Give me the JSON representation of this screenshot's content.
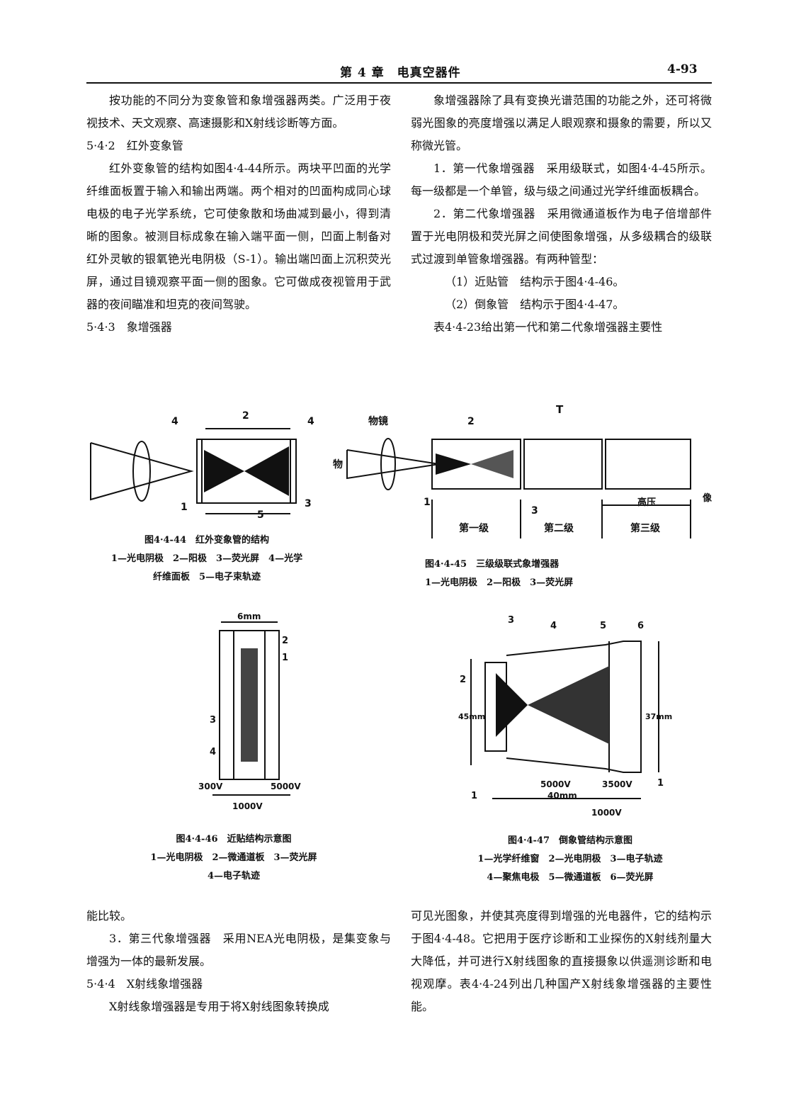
{
  "header": {
    "title": "第 4 章　电真空器件",
    "page_number": "4-93"
  },
  "left_top": {
    "p1": "按功能的不同分为变象管和象增强器两类。广泛用于夜视技术、天文观察、高速摄影和X射线诊断等方面。",
    "s542": "5·4·2　红外变象管",
    "p2": "红外变象管的结构如图4·4-44所示。两块平凹面的光学纤维面板置于输入和输出两端。两个相对的凹面构成同心球电极的电子光学系统，它可使象散和场曲减到最小，得到清晰的图象。被测目标成象在输入端平面一侧，凹面上制备对红外灵敏的银氧铯光电阴极（S-1）。输出端凹面上沉积荧光屏，通过目镜观察平面一侧的图象。它可做成夜视管用于武器的夜间瞄准和坦克的夜间驾驶。",
    "s543": "5·4·3　象增强器"
  },
  "right_top": {
    "p1": "象增强器除了具有变换光谱范围的功能之外，还可将微弱光图象的亮度增强以满足人眼观察和摄象的需要，所以又称微光管。",
    "p2": "1．第一代象增强器　采用级联式，如图4·4-45所示。每一级都是一个单管，级与级之间通过光学纤维面板耦合。",
    "p3": "2．第二代象增强器　采用微通道板作为电子倍增部件置于光电阴极和荧光屏之间使图象增强，从多级耦合的级联式过渡到单管象增强器。有两种管型：",
    "item1": "（1）近贴管　结构示于图4·4-46。",
    "item2": "（2）倒象管　结构示于图4·4-47。",
    "p4": "表4·4-23给出第一代和第二代象增强器主要性"
  },
  "fig44": {
    "labels": [
      "4",
      "2",
      "4",
      "1",
      "5",
      "3"
    ],
    "caption1": "图4·4-44　红外变象管的结构",
    "caption2": "1—光电阴极　2—阳极　3—荧光屏　4—光学",
    "caption3": "纤维面板　5—电子束轨迹"
  },
  "fig45": {
    "labels": {
      "objective": "物镜",
      "object": "物",
      "t": "T",
      "two": "2",
      "one": "1",
      "three": "3",
      "hv": "高压",
      "image": "像"
    },
    "stages": [
      "第一级",
      "第二级",
      "第三级"
    ],
    "caption1": "图4·4-45　三级级联式象增强器",
    "caption2": "1—光电阴极　2—阳极　3—荧光屏"
  },
  "fig46": {
    "labels": {
      "width": "6mm",
      "l2": "2",
      "l1": "1",
      "l3": "3",
      "l4": "4",
      "v1": "300V",
      "v2": "5000V",
      "v3": "1000V"
    },
    "caption1": "图4·4-46　近贴结构示意图",
    "caption2": "1—光电阴极　2—微通道板　3—荧光屏",
    "caption3": "4—电子轨迹"
  },
  "fig47": {
    "labels": {
      "l3": "3",
      "l4": "4",
      "l5": "5",
      "l6": "6",
      "l2": "2",
      "l1a": "1",
      "l1b": "1",
      "h45": "45mm",
      "h37": "37mm",
      "v5000": "5000V",
      "v3500": "3500V",
      "w40": "40mm",
      "v1000": "1000V"
    },
    "caption1": "图4·4-47　倒象管结构示意图",
    "caption2": "1—光学纤维窗　2—光电阴极　3—电子轨迹",
    "caption3": "4—聚焦电极　5—微通道板　6—荧光屏"
  },
  "left_bottom": {
    "p1": "能比较。",
    "p2": "3．第三代象增强器　采用NEA光电阴极，是集变象与增强为一体的最新发展。",
    "s544": "5·4·4　X射线象增强器",
    "p3": "X射线象增强器是专用于将X射线图象转换成"
  },
  "right_bottom": {
    "p1": "可见光图象，并使其亮度得到增强的光电器件，它的结构示于图4·4-48。它把用于医疗诊断和工业探伤的X射线剂量大大降低，并可进行X射线图象的直接摄象以供遥测诊断和电视观摩。表4·4-24列出几种国产X射线象增强器的主要性能。"
  }
}
